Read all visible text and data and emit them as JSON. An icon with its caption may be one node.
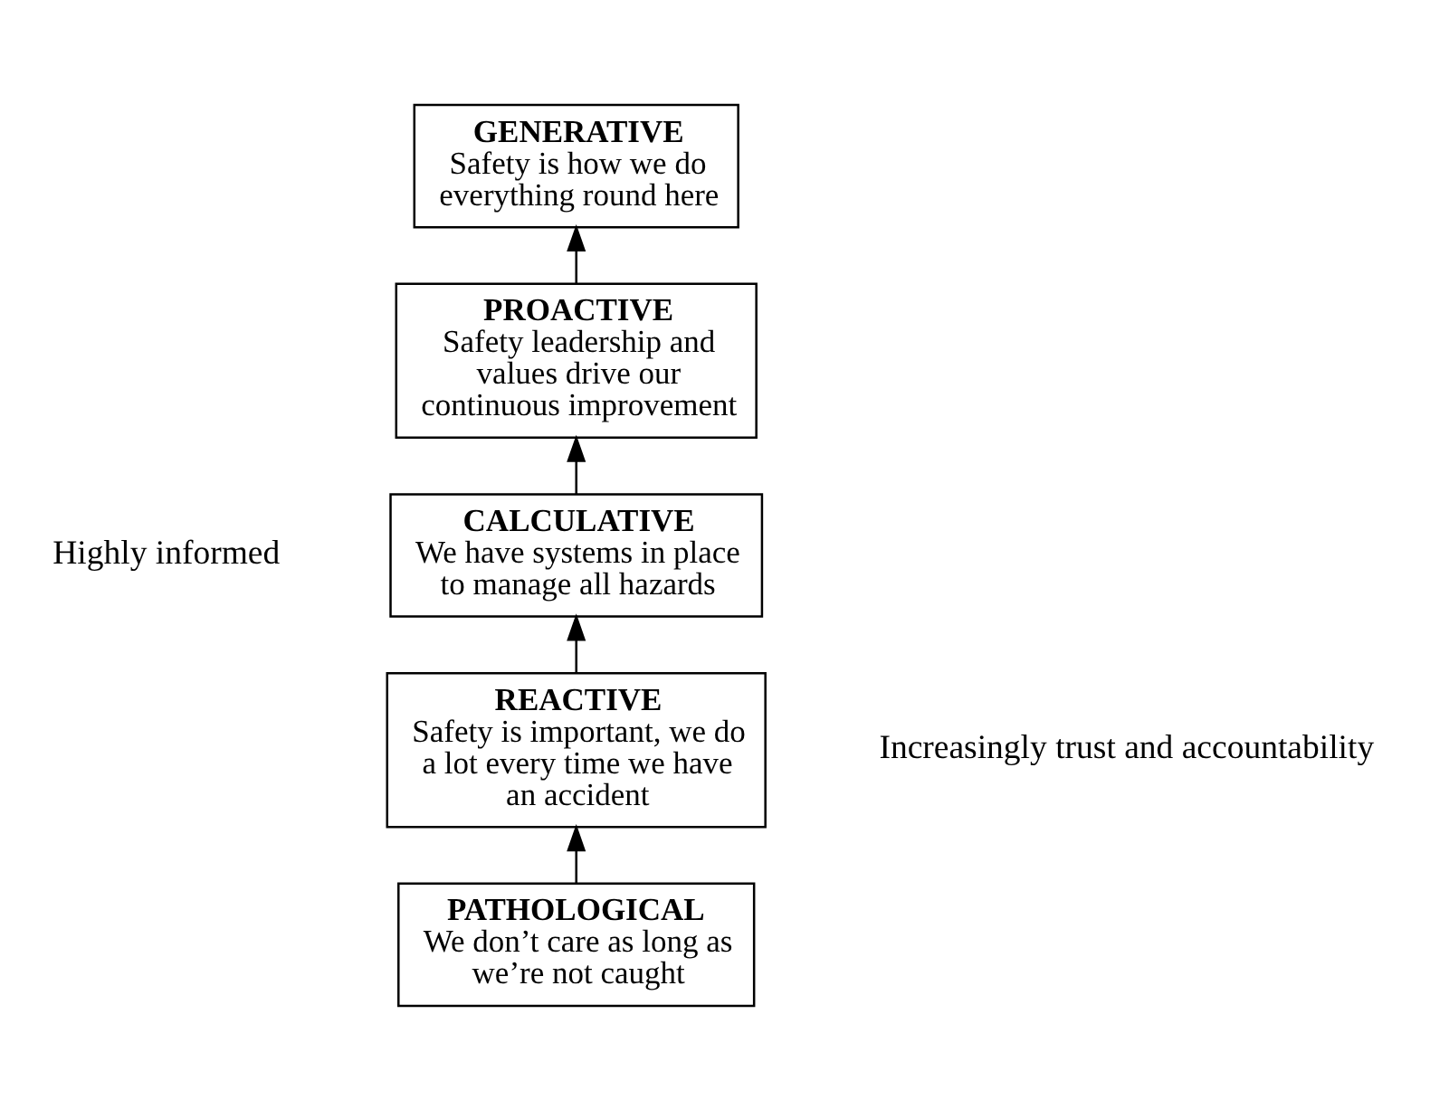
{
  "diagram": {
    "nodes": [
      {
        "text": [
          "PATHOLOGICAL",
          "We don’t care as long as we’re not caught"
        ]
      },
      {
        "text": [
          "REACTIVE",
          "Safety is important, we do a lot every time we have an accident"
        ]
      },
      {
        "text": [
          "CALCULATIVE",
          "We have systems in place to manage all hazards"
        ]
      },
      {
        "text": [
          "PROACTIVE",
          "Safety leadership and values drive our continuous improvement"
        ]
      },
      {
        "text": [
          "GENERATIVE",
          "Safety is how we do everything round here"
        ]
      }
    ],
    "edges": [
      {
        "from": 0,
        "to": 1,
        "arrow": "to"
      },
      {
        "from": 1,
        "to": 2,
        "arrow": "to"
      },
      {
        "from": 2,
        "to": 3,
        "arrow": "to"
      },
      {
        "from": 3,
        "to": 4,
        "arrow": "to"
      }
    ],
    "labels": [
      "Highly informed",
      "Increasingly trust and accountability"
    ]
  }
}
